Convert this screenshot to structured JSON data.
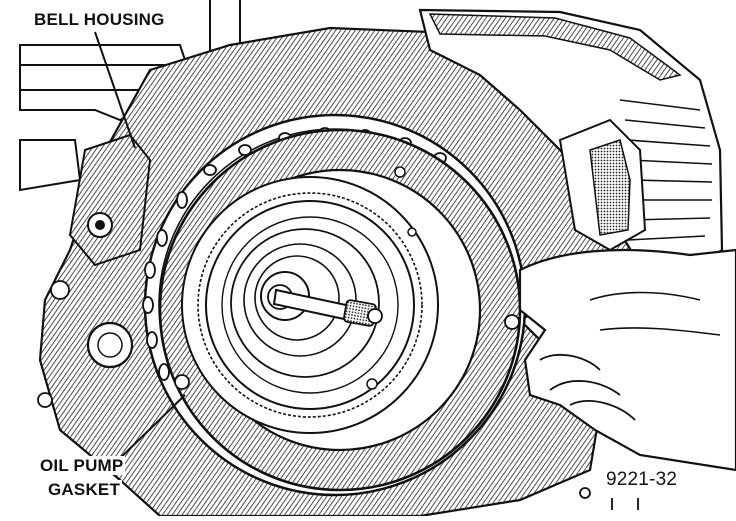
{
  "labels": {
    "bell_housing": "BELL HOUSING",
    "oil_pump_line1": "OIL PUMP",
    "oil_pump_line2": "GASKET",
    "figure_number": "9221-32"
  },
  "colors": {
    "ink": "#111111",
    "paper": "#ffffff",
    "hatch": "#8a8a8a"
  },
  "icons": {
    "hand": "hand-icon",
    "tool": "alignment-tool-icon"
  }
}
